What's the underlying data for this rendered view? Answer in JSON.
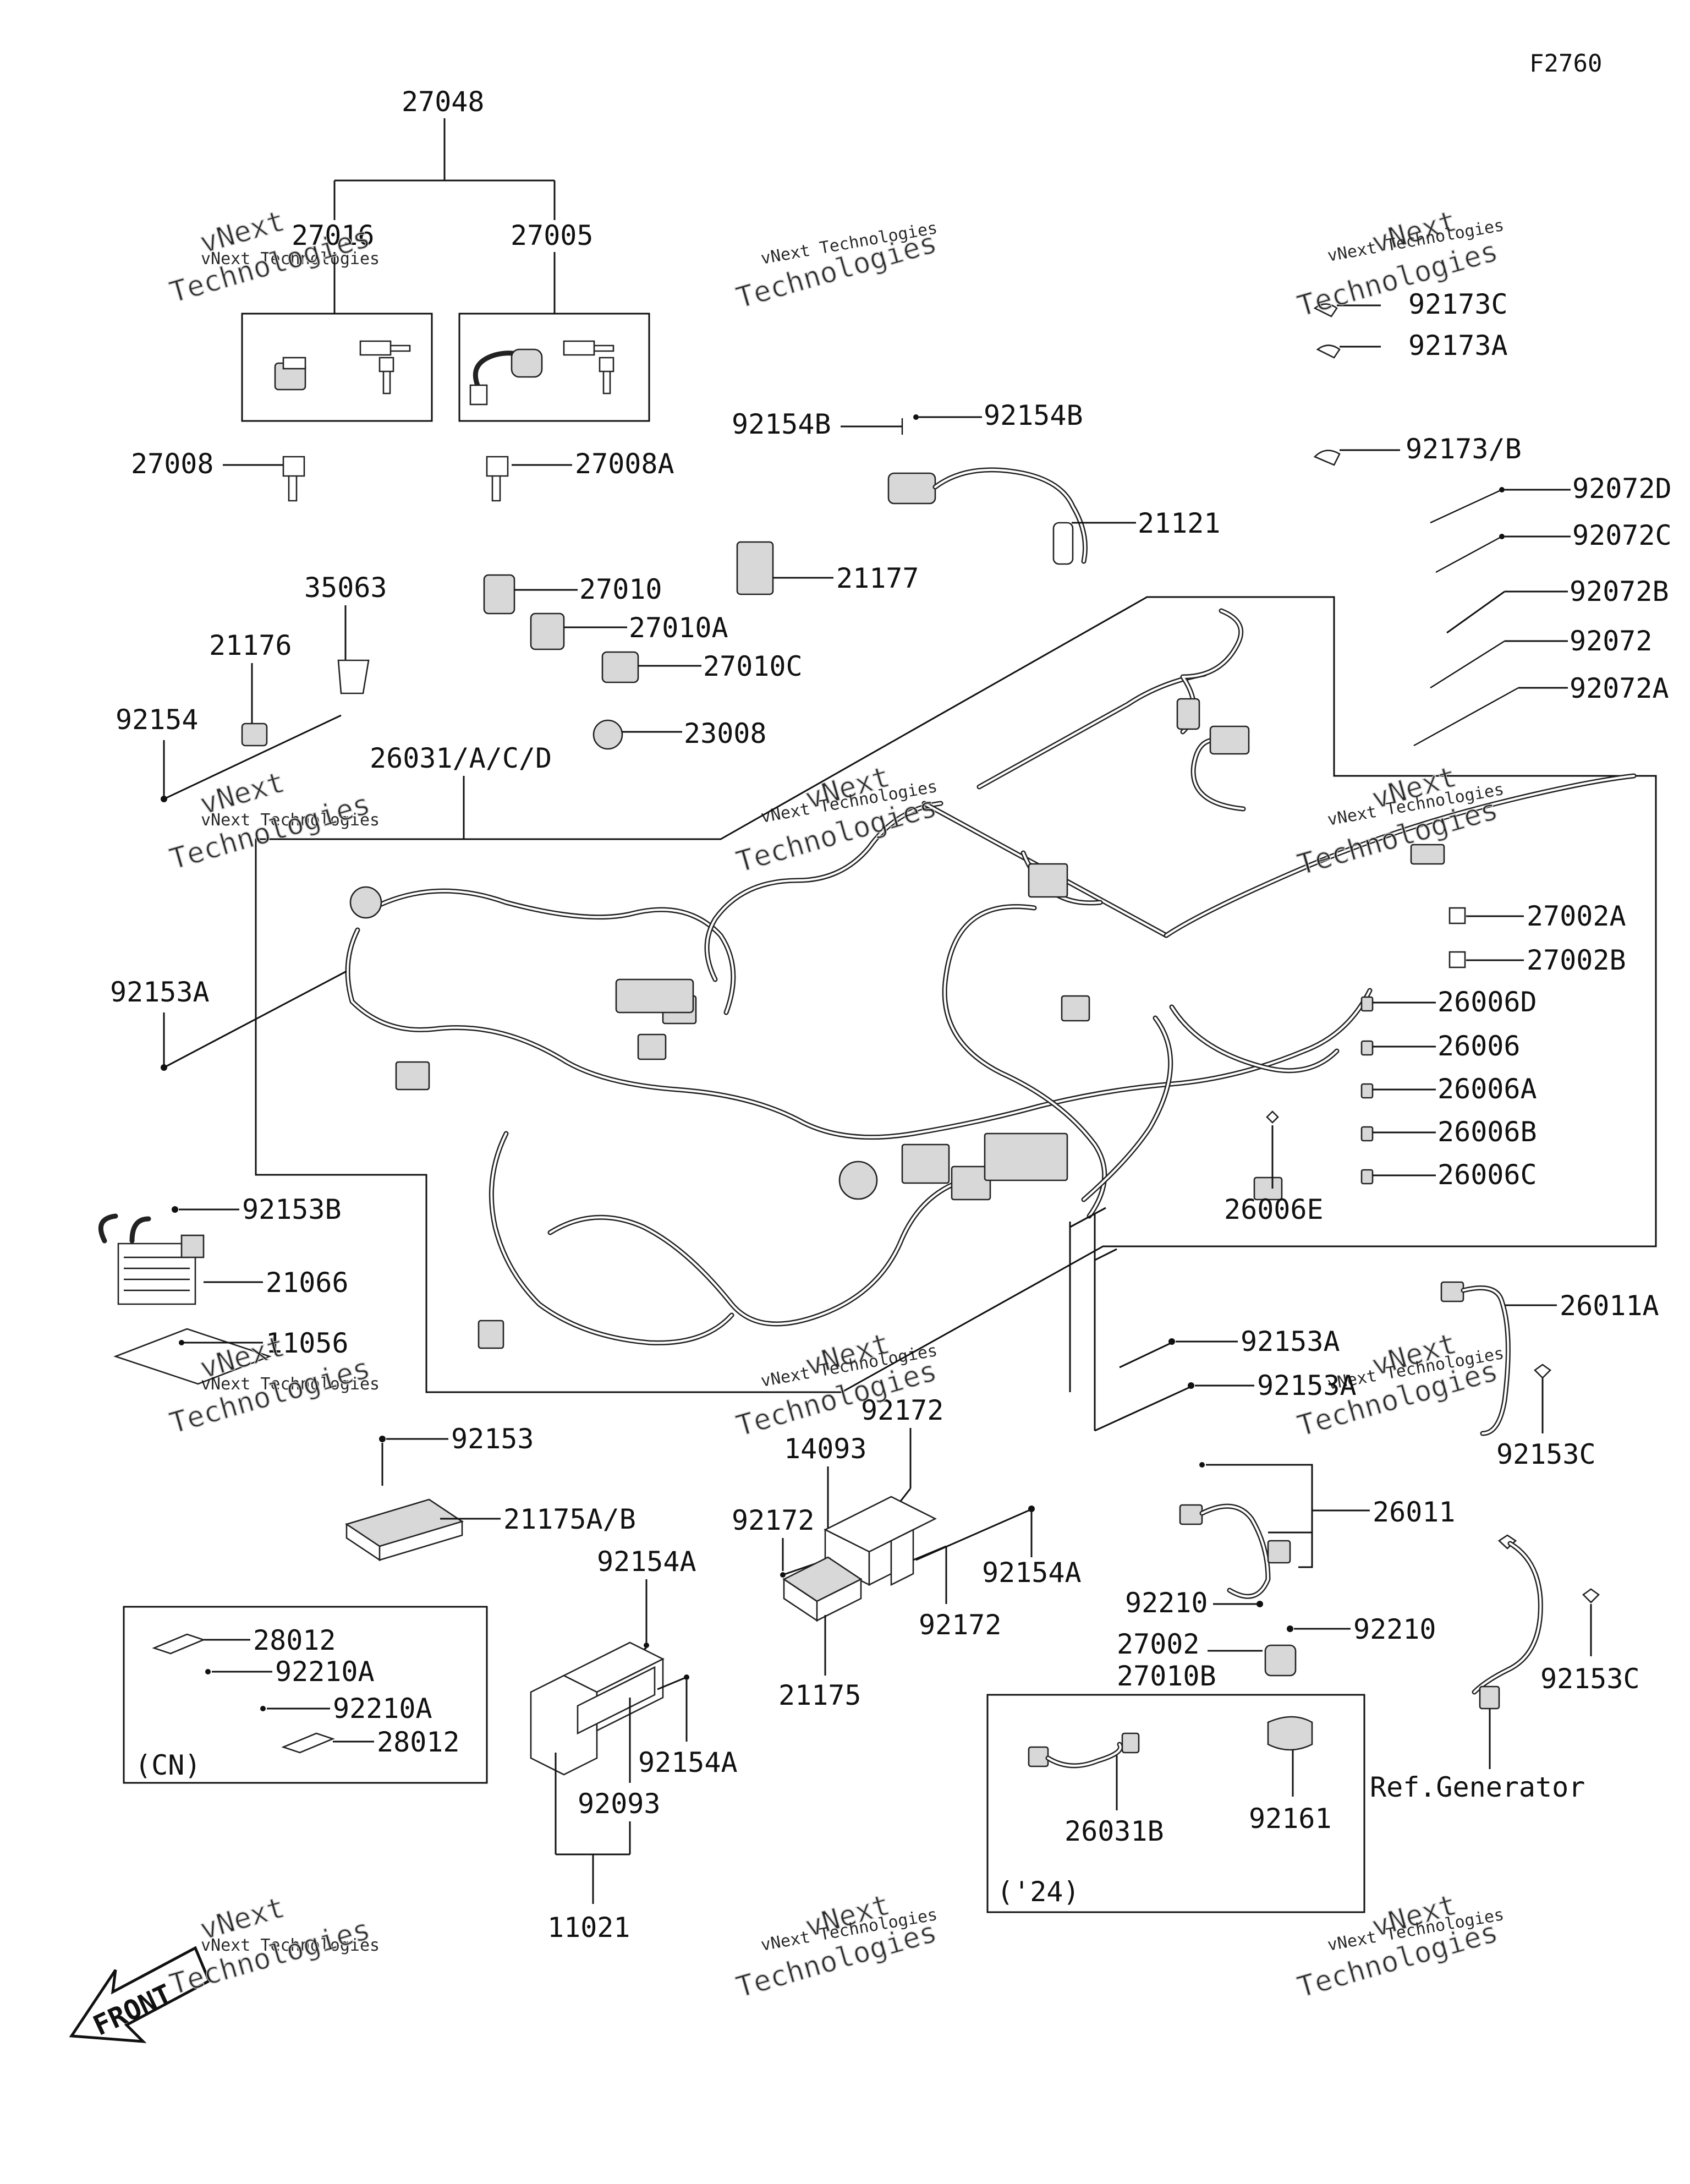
{
  "diagram": {
    "code": "F2760",
    "labels": {
      "l27048": "27048",
      "l27016": "27016",
      "l27005": "27005",
      "l27008": "27008",
      "l27008a": "27008A",
      "l92154b_1": "92154B",
      "l92154b_2": "92154B",
      "l21121": "21121",
      "l21177": "21177",
      "l27010": "27010",
      "l27010a": "27010A",
      "l27010c": "27010C",
      "l23008": "23008",
      "l35063": "35063",
      "l21176": "21176",
      "l92154": "92154",
      "l26031": "26031/A/C/D",
      "l92173c": "92173C",
      "l92173a": "92173A",
      "l92173b": "92173/B",
      "l92072d": "92072D",
      "l92072c": "92072C",
      "l92072b": "92072B",
      "l92072": "92072",
      "l92072a": "92072A",
      "l27002a": "27002A",
      "l27002b": "27002B",
      "l26006d": "26006D",
      "l26006": "26006",
      "l26006a": "26006A",
      "l26006b": "26006B",
      "l26006c": "26006C",
      "l26006e": "26006E",
      "l92153a_1": "92153A",
      "l92153b": "92153B",
      "l21066": "21066",
      "l11056": "11056",
      "l92153": "92153",
      "l21175ab": "21175A/B",
      "l92153a_2": "92153A",
      "l92153a_3": "92153A",
      "l26011a": "26011A",
      "l92153c_1": "92153C",
      "l92172_1": "92172",
      "l14093": "14093",
      "l92172_2": "92172",
      "l92154a_1": "92154A",
      "l92172_3": "92172",
      "l21175": "21175",
      "l92154a_2": "92154A",
      "l92154a_3": "92154A",
      "l92093": "92093",
      "l11021": "11021",
      "l26011": "26011",
      "l92210_1": "92210",
      "l92210_2": "92210",
      "l27002": "27002",
      "l27010b": "27010B",
      "l92153c_2": "92153C",
      "lrefgen": "Ref.Generator",
      "l28012_1": "28012",
      "l92210a_1": "92210A",
      "l92210a_2": "92210A",
      "l28012_2": "28012",
      "lcn": "(CN)",
      "l26031b": "26031B",
      "l92161": "92161",
      "l24": "('24)",
      "front": "FRONT"
    },
    "watermark": {
      "line1": "vNext Technologies",
      "line2": "vNext",
      "line3": "Technologies"
    }
  }
}
